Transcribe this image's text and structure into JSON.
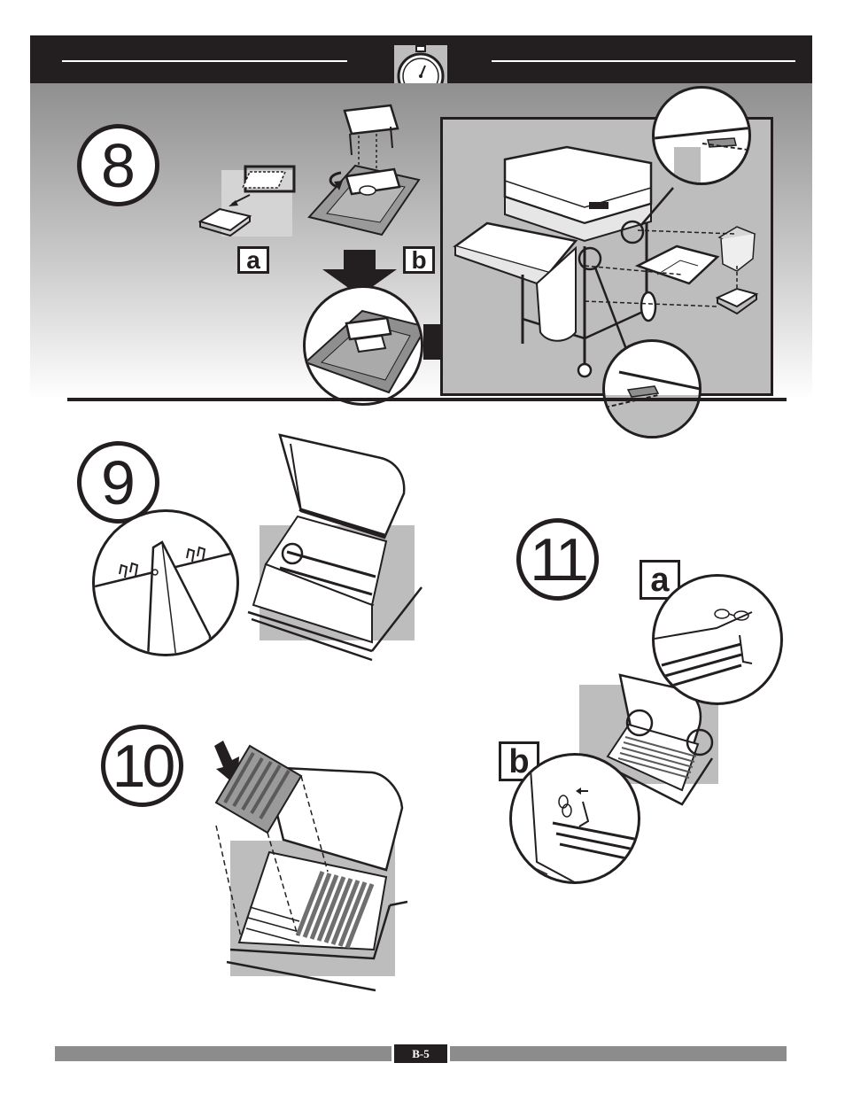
{
  "header": {
    "icon": "stopwatch-icon"
  },
  "steps": {
    "step8": {
      "number": "8",
      "label_a": "a",
      "label_b": "b"
    },
    "step9": {
      "number": "9"
    },
    "step10": {
      "number": "10"
    },
    "step11": {
      "number": "11",
      "label_a": "a",
      "label_b": "b"
    }
  },
  "footer": {
    "page_number": "B-5"
  },
  "colors": {
    "ink": "#231f20",
    "panel_gray": "#bdbdbd",
    "footer_gray": "#8c8c8c"
  }
}
